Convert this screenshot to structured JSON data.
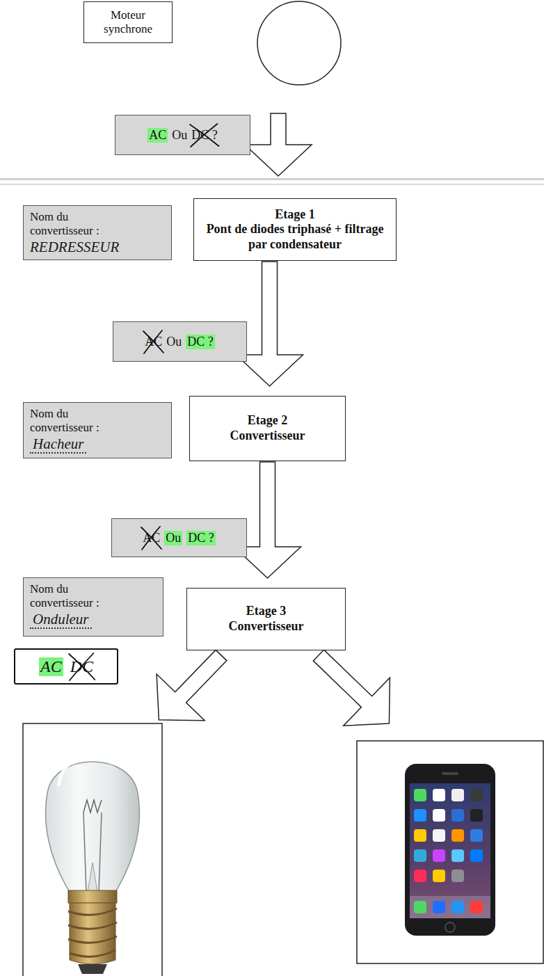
{
  "diagram": {
    "nodes": [
      {
        "text": [
          "Moteur synchrone"
        ]
      },
      {
        "text": [
          "AC",
          "Ou",
          "DC ?"
        ]
      },
      {
        "text": [
          "Nom du convertisseur :",
          "REDRESSEUR"
        ]
      },
      {
        "text": [
          "Etage 1",
          "Pont de diodes triphasé + filtrage par condensateur"
        ]
      },
      {
        "text": [
          "AC",
          "Ou",
          "DC ?"
        ]
      },
      {
        "text": [
          "Nom du convertisseur :",
          "Hacheur"
        ]
      },
      {
        "text": [
          "Etage 2",
          "Convertisseur"
        ]
      },
      {
        "text": [
          "AC",
          "Ou",
          "DC ?"
        ]
      },
      {
        "text": [
          "Nom du convertisseur :",
          "Onduleur"
        ]
      },
      {
        "text": [
          "Etage 3",
          "Convertisseur"
        ]
      },
      {
        "text": [
          "AC",
          "DC"
        ]
      }
    ],
    "edges": [
      {
        "from": 3,
        "to": 6,
        "arrow": "to"
      },
      {
        "from": 6,
        "to": 9,
        "arrow": "to"
      }
    ]
  }
}
